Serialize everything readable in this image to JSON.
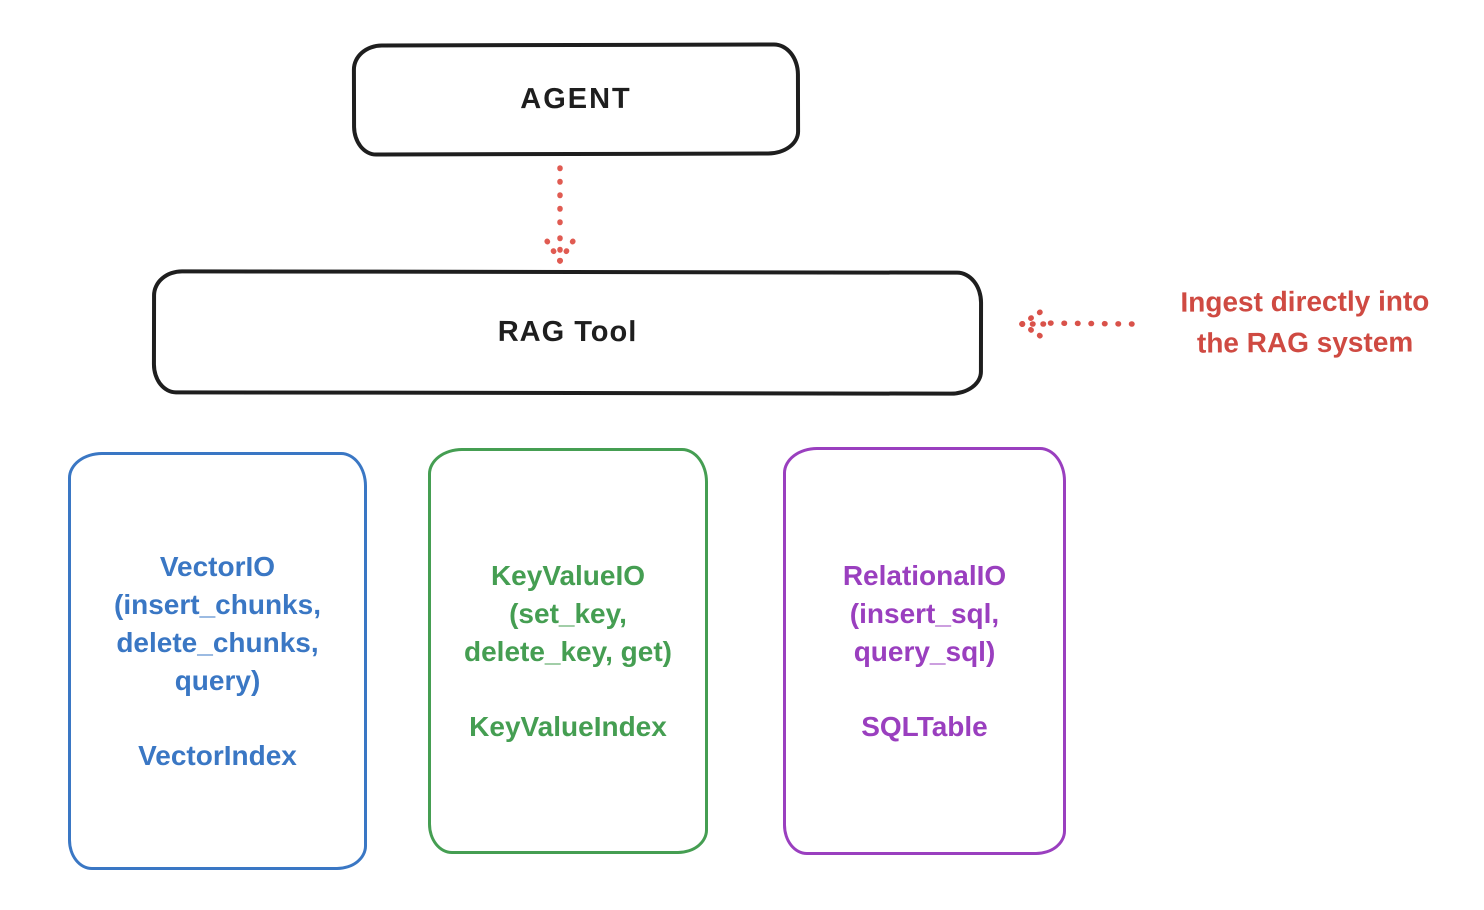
{
  "diagram": {
    "title_context": "RAG Tool architecture sketch",
    "nodes": {
      "agent": {
        "label": "AGENT",
        "stroke": "#1e1e1e"
      },
      "rag_tool": {
        "label": "RAG Tool",
        "stroke": "#1e1e1e"
      },
      "vector_io": {
        "color": "#3a77c4",
        "title_lines": [
          "VectorIO",
          "(insert_chunks,",
          "delete_chunks,",
          "query)"
        ],
        "index_label": "VectorIndex"
      },
      "keyvalue_io": {
        "color": "#459e52",
        "title_lines": [
          "KeyValueIO",
          "(set_key,",
          "delete_key, get)"
        ],
        "index_label": "KeyValueIndex"
      },
      "relational_io": {
        "color": "#9a3fbf",
        "title_lines": [
          "RelationalIO",
          "(insert_sql,",
          "query_sql)"
        ],
        "index_label": "SQLTable"
      }
    },
    "annotation": {
      "line1": "Ingest directly into",
      "line2": "the RAG system",
      "color": "#cf4a42"
    },
    "arrows": {
      "agent_to_rag": {
        "style": "dotted",
        "direction": "down",
        "color": "#e05b52"
      },
      "ingest_into_rag": {
        "style": "dotted",
        "direction": "left",
        "color": "#d9524a"
      }
    }
  }
}
